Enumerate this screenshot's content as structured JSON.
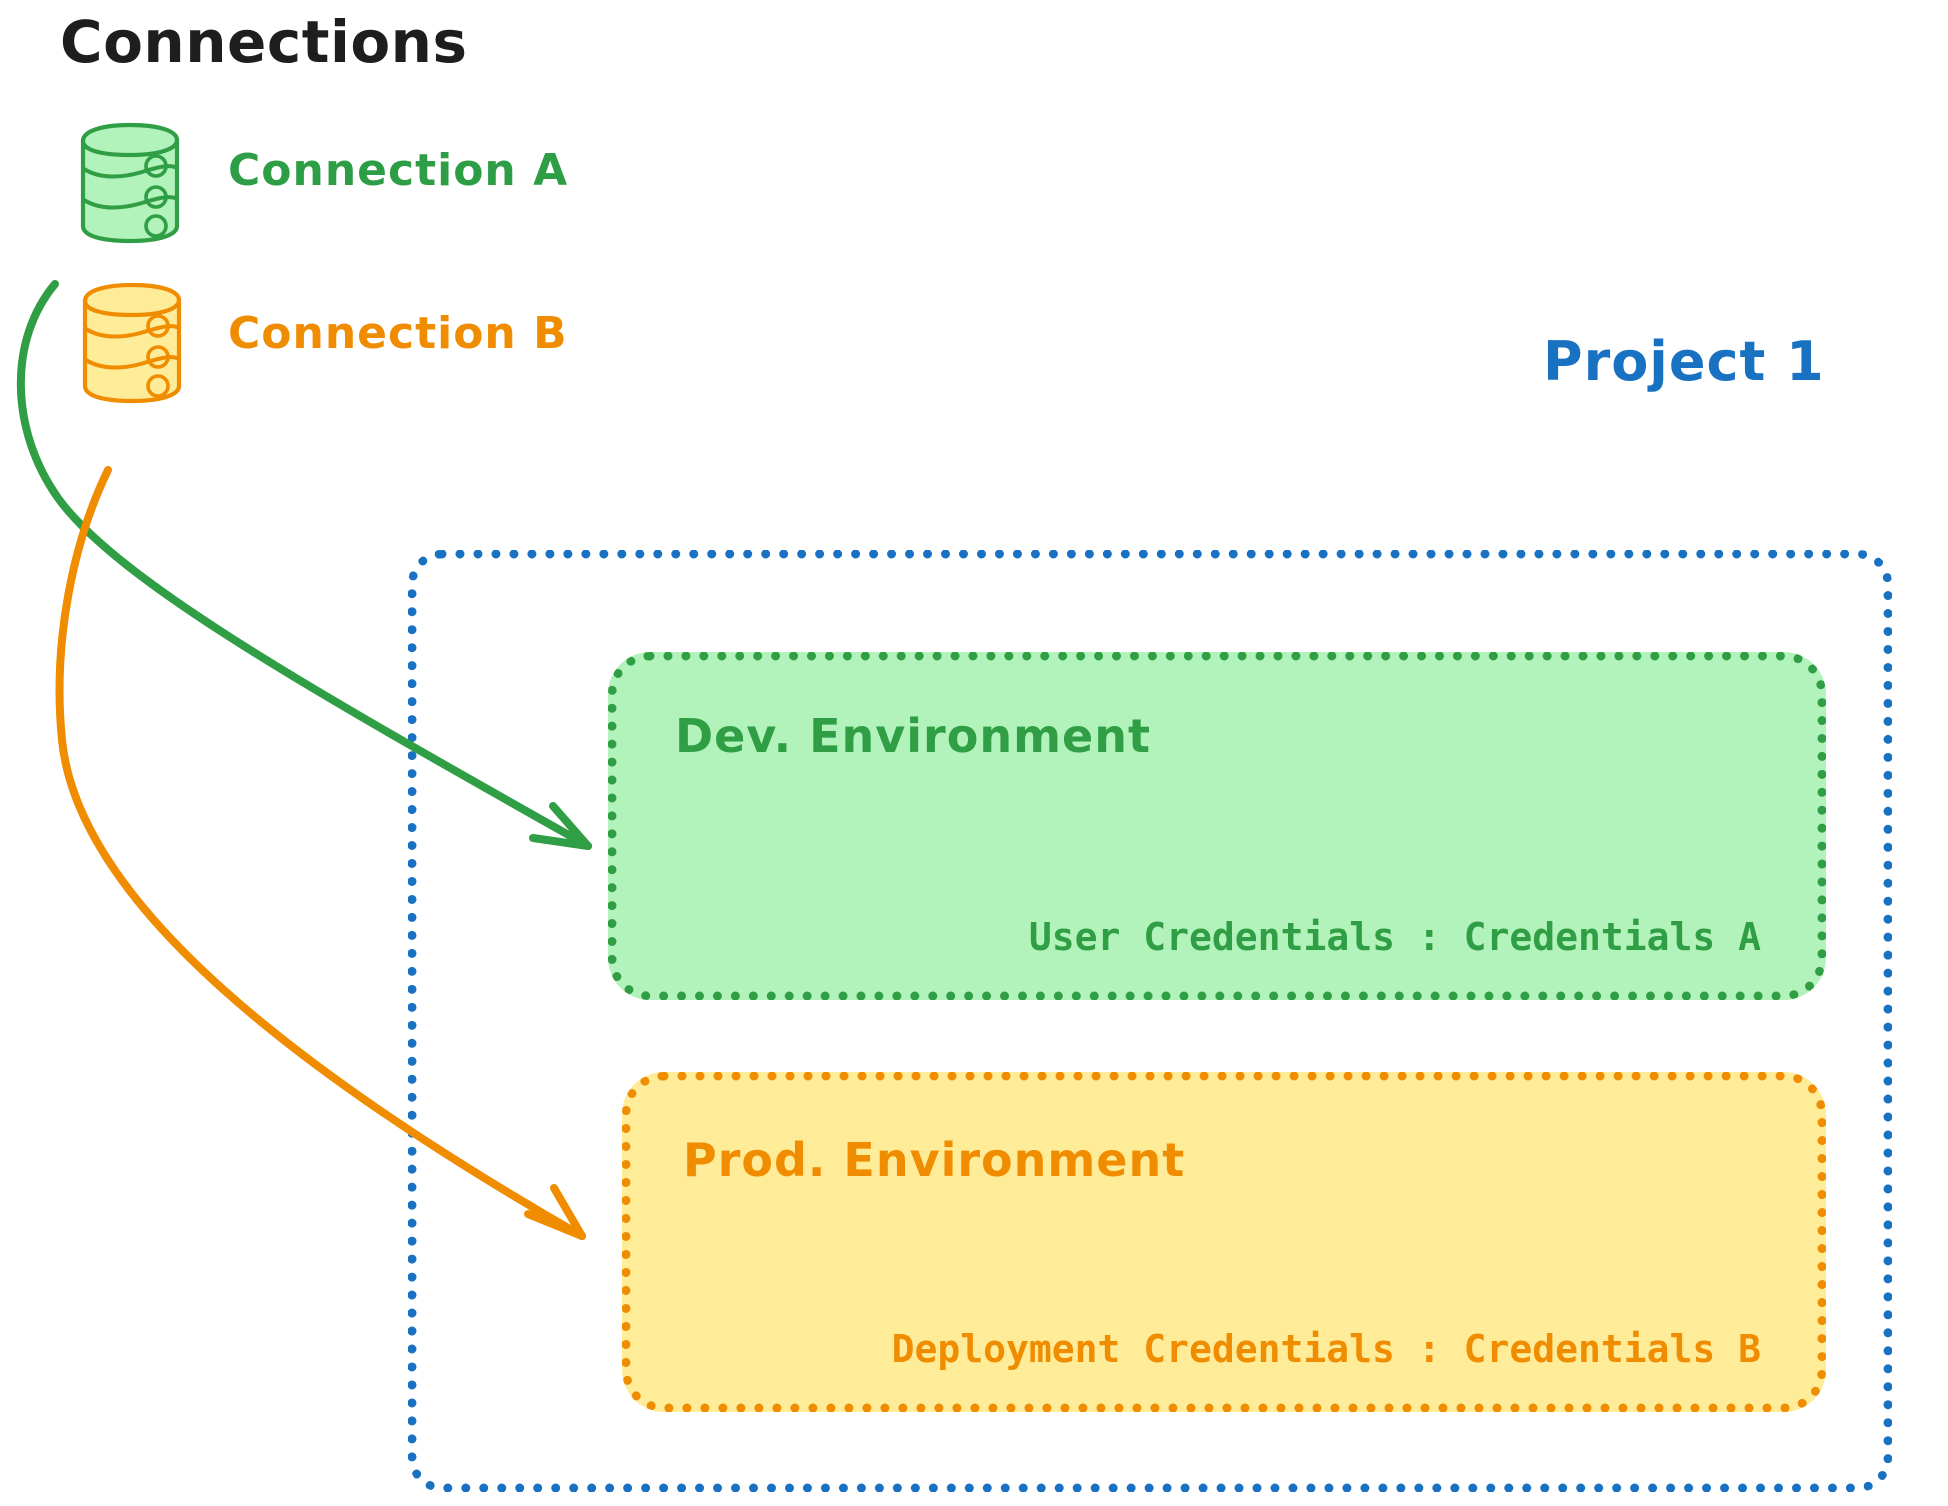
{
  "diagram": {
    "title": "Connections",
    "project": {
      "label": "Project 1",
      "color": "#1971c2"
    },
    "connections": [
      {
        "id": "connection-a",
        "label": "Connection A",
        "icon": "database-cylinder-icon",
        "color": "#2f9e44",
        "fill": "#b2f2bb",
        "target": "Dev. Environment"
      },
      {
        "id": "connection-b",
        "label": "Connection B",
        "icon": "database-cylinder-icon",
        "color": "#f08c00",
        "fill": "#ffec99",
        "target": "Prod. Environment"
      }
    ],
    "environments": [
      {
        "id": "dev-environment",
        "title": "Dev. Environment",
        "credentials_label": "User Credentials : Credentials A",
        "color": "#2f9e44",
        "fill": "#b2f2bb"
      },
      {
        "id": "prod-environment",
        "title": "Prod. Environment",
        "credentials_label": "Deployment Credentials : Credentials B",
        "color": "#f08c00",
        "fill": "#ffec99"
      }
    ]
  }
}
